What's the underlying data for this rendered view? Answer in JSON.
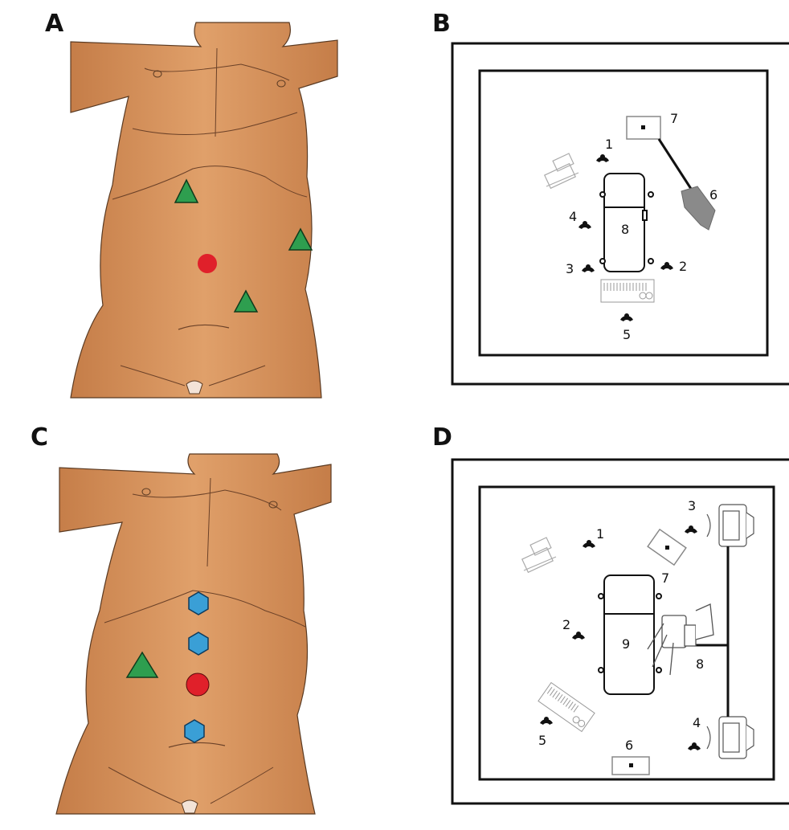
{
  "panels": {
    "a": {
      "letter": "A"
    },
    "b": {
      "letter": "B",
      "labels": {
        "n1": "1",
        "n2": "2",
        "n3": "3",
        "n4": "4",
        "n5": "5",
        "n6": "6",
        "n7": "7",
        "n8": "8"
      }
    },
    "c": {
      "letter": "C"
    },
    "d": {
      "letter": "D",
      "labels": {
        "n1": "1",
        "n2": "2",
        "n3": "3",
        "n4": "4",
        "n5": "5",
        "n6": "6",
        "n7": "7",
        "n8": "8",
        "n9": "9"
      }
    }
  },
  "colors": {
    "skin": "#d9925a",
    "skin_shade": "#c07a45",
    "triangle": "#2e9e4f",
    "circle": "#e0202a",
    "hexagon": "#3a9fd6",
    "line": "#111111"
  },
  "markers": {
    "triangle_shape": "trocar-triangle",
    "circle_shape": "camera-circle",
    "hexagon_shape": "port-hexagon"
  }
}
